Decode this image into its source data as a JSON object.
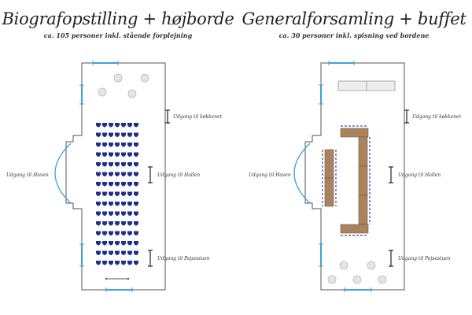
{
  "layouts": [
    {
      "title": "Biografopstilling + højborde",
      "subtitle": "ca. 105 personer inkl. stående forplejning",
      "labels": {
        "kitchen": "Udgang til køkkenet",
        "hall": "Udgang til Hallen",
        "garden": "Udgang til Haven",
        "peisestue": "Udgang til Pejsestuen"
      }
    },
    {
      "title": "Generalforsamling + buffet",
      "subtitle": "ca. 30 personer inkl. spisning ved bordene",
      "labels": {
        "kitchen": "Udgang til køkkenet",
        "hall": "Udgang til Hallen",
        "garden": "Udgang til Haven",
        "peisestue": "Udgang til Pejsestuen"
      }
    }
  ],
  "colors": {
    "wall": "#555555",
    "door": "#3fa0d8",
    "chair": "#1f2f8a",
    "table": "#a8845e",
    "dashed_chair": "#3a4fb0",
    "circle_fill": "#e5e5e5"
  }
}
